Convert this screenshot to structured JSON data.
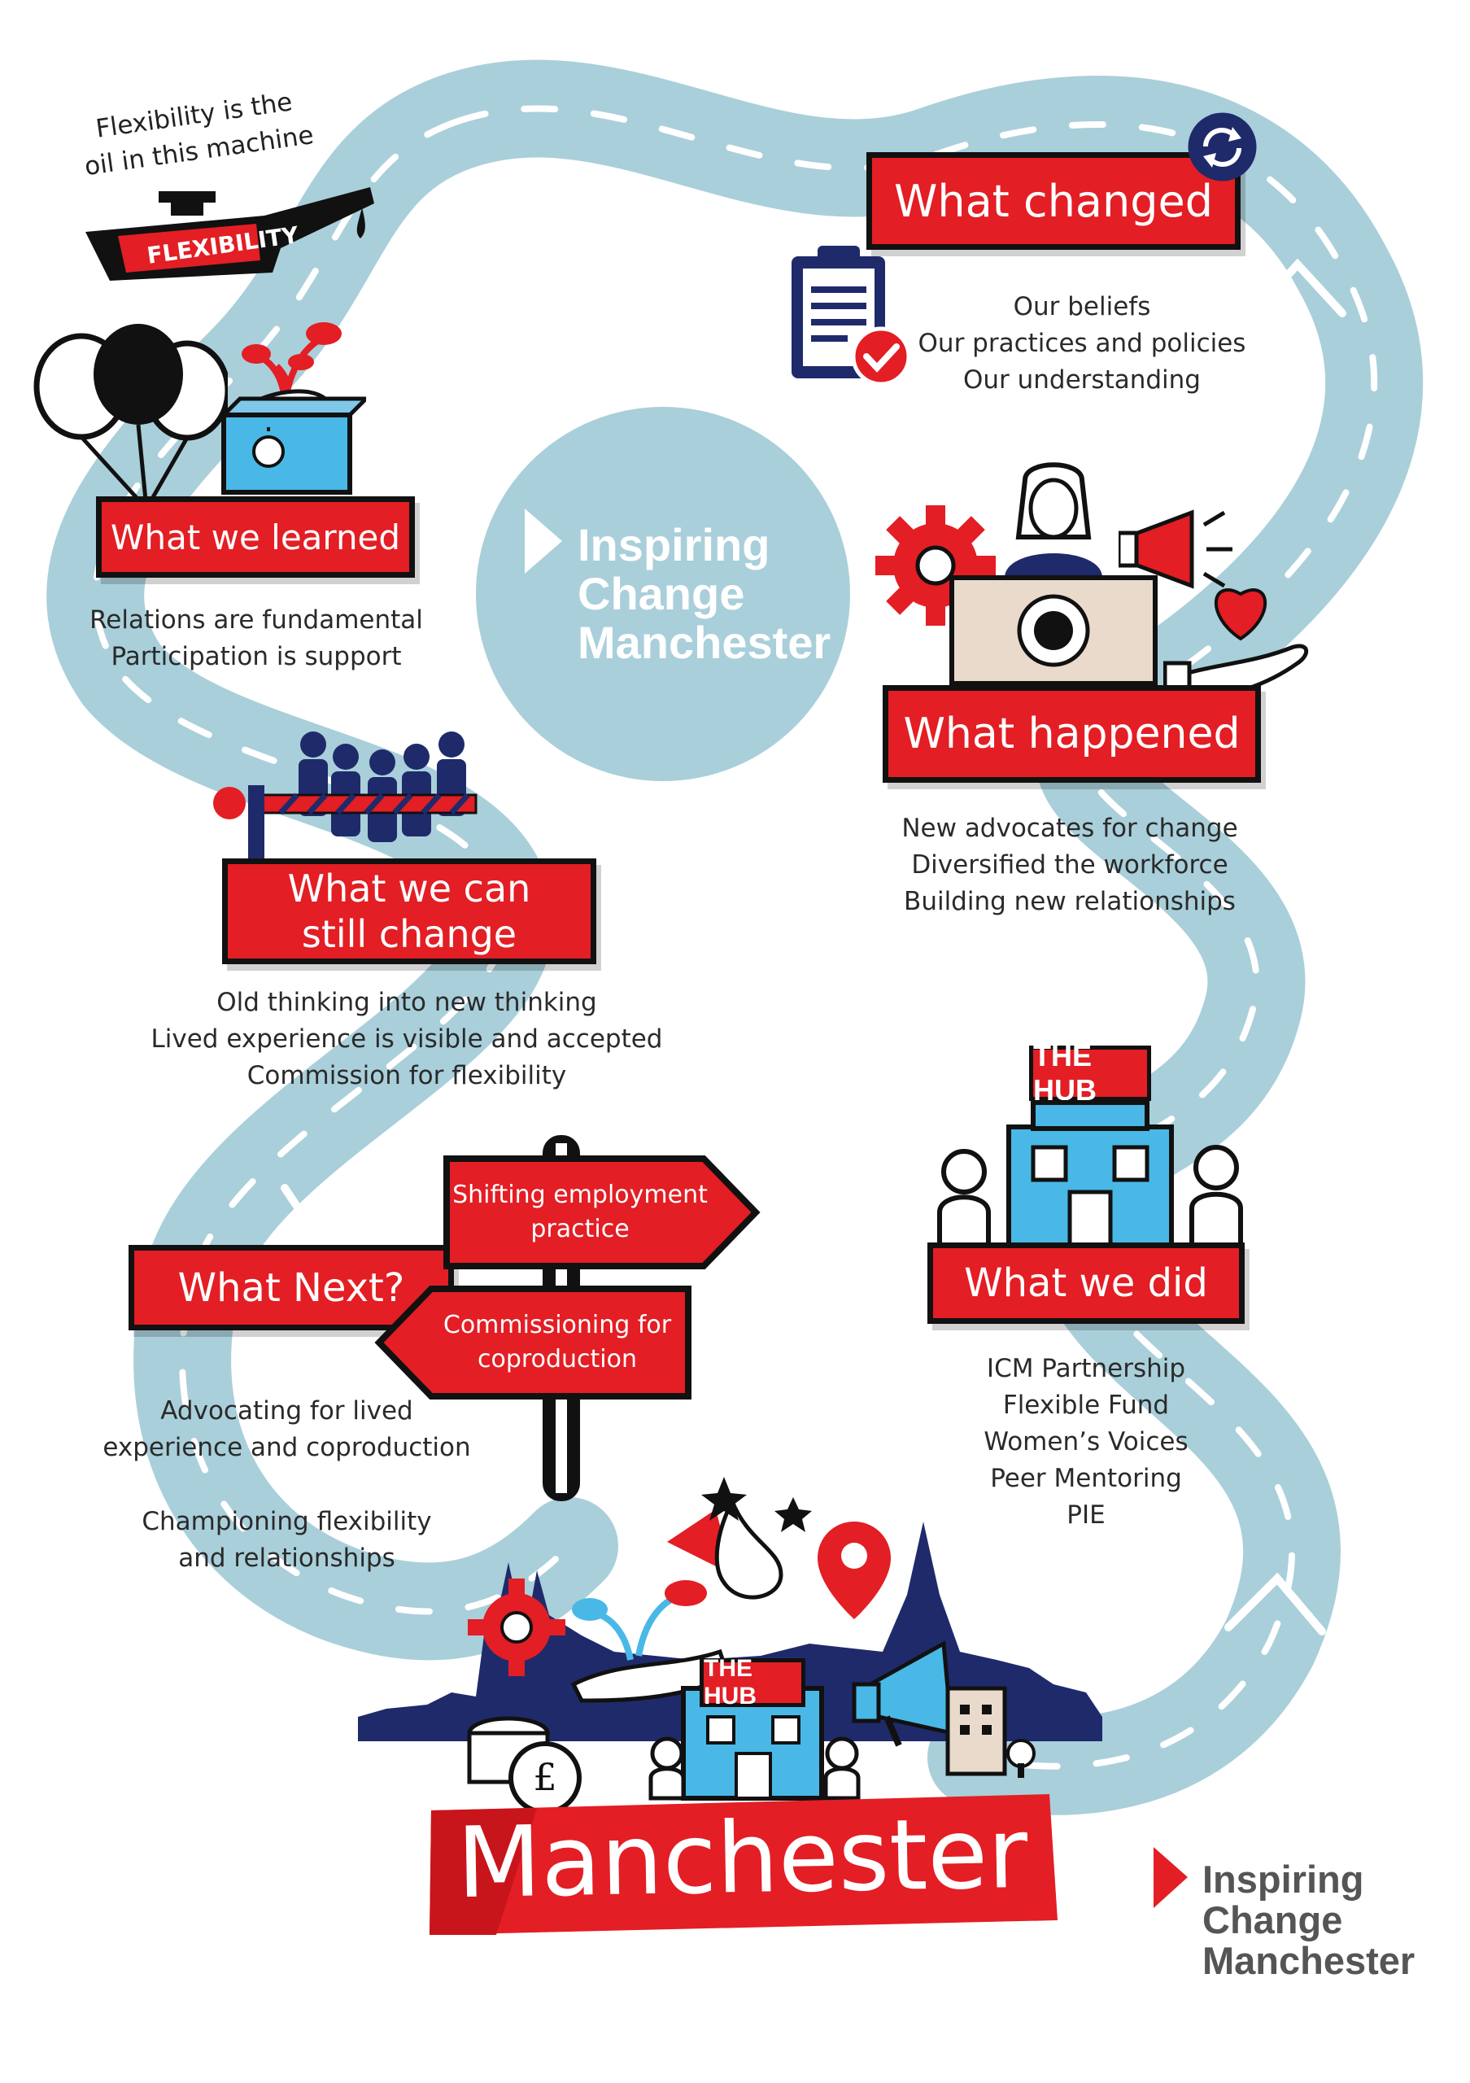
{
  "road": {
    "color": "#a9cfda",
    "dash_color": "#ffffff"
  },
  "center": {
    "line1": "Inspiring",
    "line2": "Change",
    "line3": "Manchester"
  },
  "footer_logo": {
    "line1": "Inspiring",
    "line2": "Change",
    "line3": "Manchester"
  },
  "oil_note": {
    "line1": "Flexibility is the",
    "line2": "oil in this machine"
  },
  "oil_can": {
    "label": "FLEXIBILITY",
    "icon": "oil-can-icon"
  },
  "what_changed": {
    "title": "What changed",
    "items": [
      "Our beliefs",
      "Our practices and policies",
      "Our understanding"
    ]
  },
  "what_learned": {
    "title": "What we learned",
    "items": [
      "Relations are fundamental",
      "Participation is support"
    ]
  },
  "what_happened": {
    "title": "What happened",
    "items": [
      "New advocates for change",
      "Diversified the workforce",
      "Building new relationships"
    ]
  },
  "what_can_change": {
    "title_line1": "What we can",
    "title_line2": "still change",
    "items": [
      "Old thinking into new thinking",
      "Lived experience is visible and accepted",
      "Commission for flexibility"
    ]
  },
  "what_next": {
    "title": "What Next?",
    "sign1": {
      "line1": "Shifting employment",
      "line2": "practice"
    },
    "sign2": {
      "line1": "Commissioning for",
      "line2": "coproduction"
    },
    "items1": [
      "Advocating for lived",
      "experience and coproduction"
    ],
    "items2": [
      "Championing flexibility",
      "and relationships"
    ]
  },
  "what_we_did": {
    "title": "What we did",
    "hub_label": "THE HUB",
    "items": [
      "ICM Partnership",
      "Flexible Fund",
      "Women’s Voices",
      "Peer Mentoring",
      "PIE"
    ]
  },
  "city": {
    "name": "Manchester",
    "hub_label": "THE HUB"
  },
  "colors": {
    "red": "#e31e24",
    "navy": "#1f2a6b",
    "light_blue": "#a9cfda",
    "sky": "#49b8e6"
  }
}
